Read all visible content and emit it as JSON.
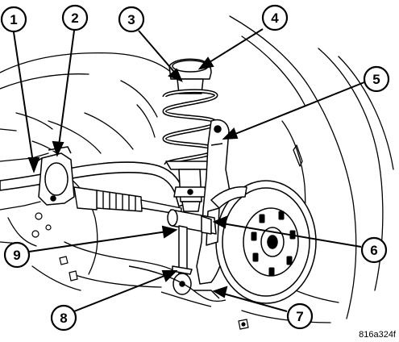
{
  "callouts": {
    "c1": "1",
    "c2": "2",
    "c3": "3",
    "c4": "4",
    "c5": "5",
    "c6": "6",
    "c7": "7",
    "c8": "8",
    "c9": "9"
  },
  "figure_code": "816a324f",
  "colors": {
    "ink": "#000000",
    "paper": "#ffffff"
  }
}
